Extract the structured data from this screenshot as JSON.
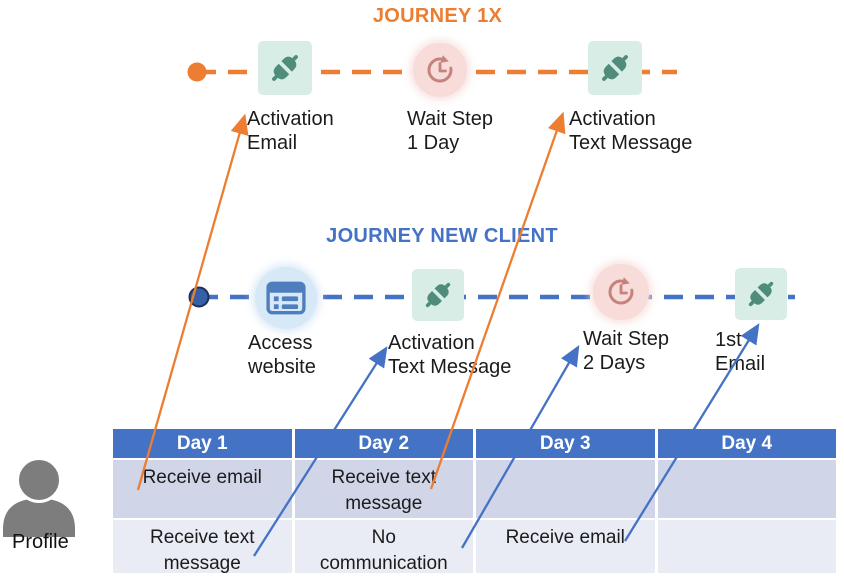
{
  "journeys": [
    {
      "title": "JOURNEY 1X",
      "color": "#ED7D31",
      "steps": [
        {
          "icon": "plug-icon",
          "line1": "Activation",
          "line2": "Email"
        },
        {
          "icon": "wait-clock-icon",
          "line1": "Wait Step",
          "line2": "1 Day"
        },
        {
          "icon": "plug-icon",
          "line1": "Activation",
          "line2": "Text Message"
        }
      ]
    },
    {
      "title": "JOURNEY NEW CLIENT",
      "color": "#4472C4",
      "steps": [
        {
          "icon": "list-icon",
          "line1": "Access",
          "line2": "website"
        },
        {
          "icon": "plug-icon",
          "line1": "Activation",
          "line2": "Text Message"
        },
        {
          "icon": "wait-clock-icon",
          "line1": "Wait Step",
          "line2": "2 Days"
        },
        {
          "icon": "plug-icon",
          "line1": "1st",
          "line2": "Email"
        }
      ]
    }
  ],
  "table": {
    "headers": [
      "Day 1",
      "Day 2",
      "Day 3",
      "Day 4"
    ],
    "rows": [
      [
        "Receive email",
        "Receive text message",
        "",
        ""
      ],
      [
        "Receive text message",
        "No communication",
        "Receive email",
        ""
      ]
    ]
  },
  "profile": {
    "label": "Profile"
  },
  "colors": {
    "orange": "#ED7D31",
    "blue": "#4472C4",
    "blue_dot": "#3560A8",
    "table_header_bg": "#4472C4",
    "table_row1_bg": "#D0D5E8",
    "table_row2_bg": "#E9EBF5",
    "plug_bg": "#D9EDE7",
    "plug_glyph": "#4F8C7C",
    "wait_bg": "#F7DCD9",
    "wait_glyph": "#C5837C",
    "access_bg": "#D7E8F7",
    "access_glyph": "#4E7EBE",
    "profile_gray": "#7D7D7D"
  }
}
